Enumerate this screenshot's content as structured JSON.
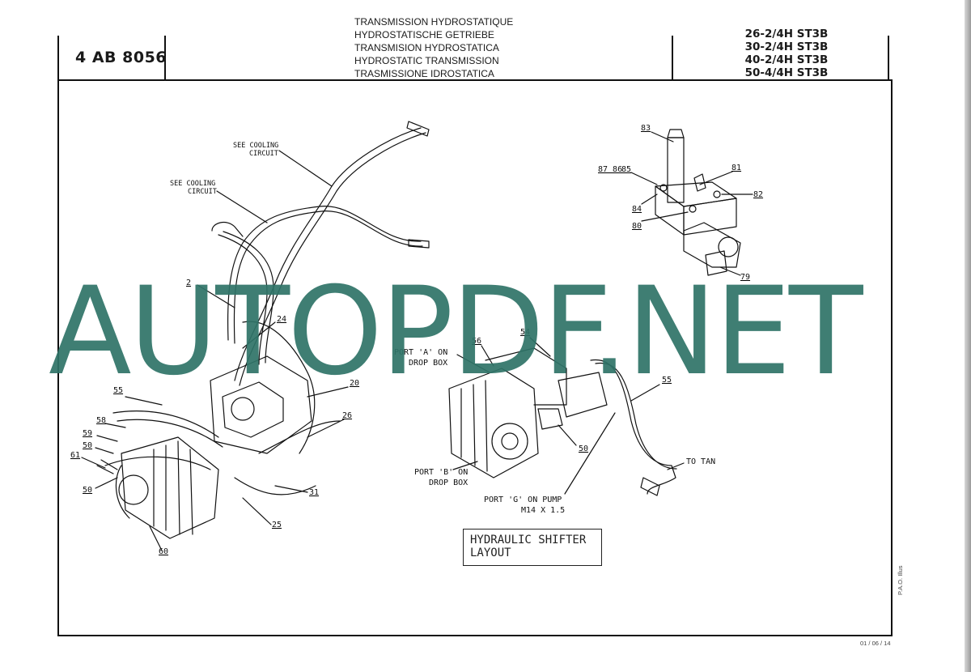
{
  "header": {
    "ref_code": "4 AB 8056",
    "titles": [
      "TRANSMISSION HYDROSTATIQUE",
      "HYDROSTATISCHE GETRIEBE",
      "TRANSMISION HYDROSTATICA",
      "HYDROSTATIC TRANSMISSION",
      "TRASMISSIONE IDROSTATICA"
    ],
    "models": [
      "26-2/4H ST3B",
      "30-2/4H ST3B",
      "40-2/4H ST3B",
      "50-4/4H ST3B"
    ]
  },
  "diagram": {
    "notes": {
      "cooling_1_line1": "SEE COOLING",
      "cooling_1_line2": "CIRCUIT",
      "cooling_2_line1": "SEE COOLING",
      "cooling_2_line2": "CIRCUIT",
      "port_a_line1": "PORT 'A' ON",
      "port_a_line2": "DROP BOX",
      "port_b_line1": "PORT 'B' ON",
      "port_b_line2": "DROP BOX",
      "port_g_line1": "PORT 'G' ON PUMP",
      "port_g_line2": "M14 X 1.5",
      "to_tank": "TO TAN"
    },
    "callouts": {
      "c2": "2",
      "c24": "24",
      "c20": "20",
      "c26": "26",
      "c55a": "55",
      "c58": "58",
      "c59": "59",
      "c50a": "50",
      "c61": "61",
      "c50b": "50",
      "c31": "31",
      "c25": "25",
      "c60": "60",
      "c56": "56",
      "c54": "54",
      "c55b": "55",
      "c50c": "50",
      "c83": "83",
      "c8786": "87 86",
      "c85": "85",
      "c81": "81",
      "c82": "82",
      "c84": "84",
      "c80": "80",
      "c79": "79"
    },
    "layout_box": {
      "line1": "HYDRAULIC SHIFTER",
      "line2": "LAYOUT"
    }
  },
  "watermark": "AUTOPDF.NET",
  "footer": {
    "pao": "P.A.O. Illus",
    "date": "01 / 06 / 14"
  }
}
